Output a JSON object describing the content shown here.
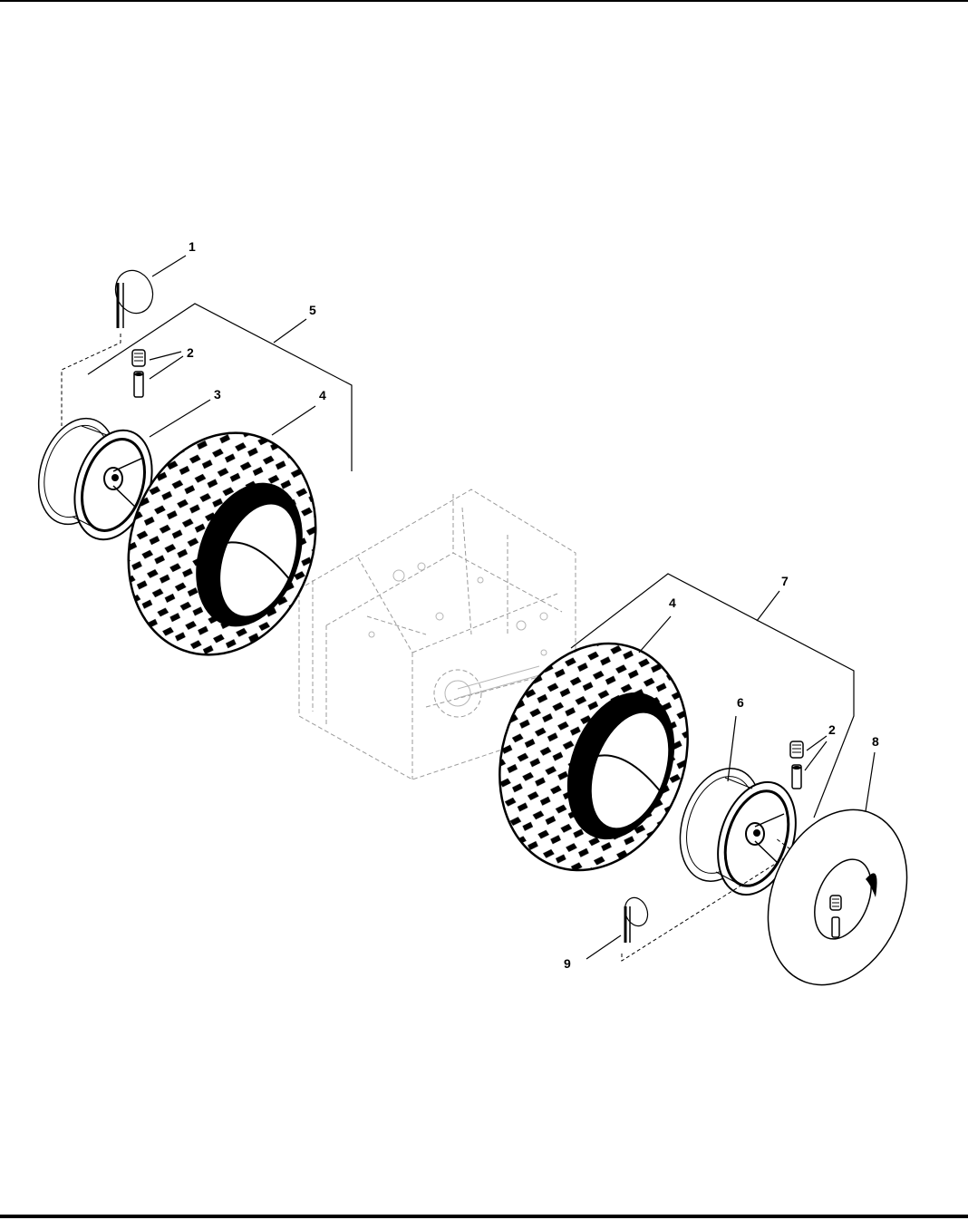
{
  "callouts": {
    "c1": "1",
    "c2a": "2",
    "c2b": "2",
    "c3": "3",
    "c4a": "4",
    "c4b": "4",
    "c5": "5",
    "c6": "6",
    "c7": "7",
    "c8": "8",
    "c9": "9"
  },
  "colors": {
    "ink": "#000000",
    "ghost": "#9a9a9a",
    "paper": "#ffffff"
  }
}
